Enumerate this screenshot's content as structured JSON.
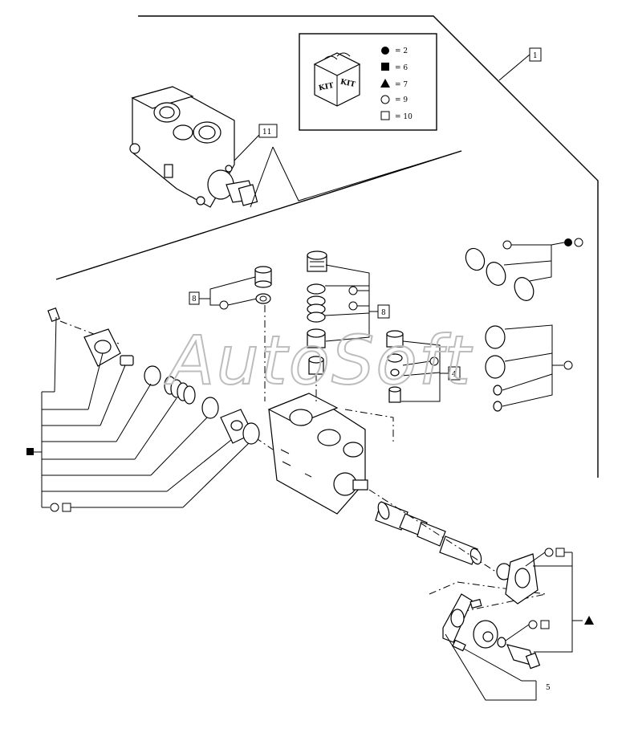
{
  "watermark": "AutoSoft",
  "legend": {
    "kit_label_1": "KIT",
    "kit_label_2": "KIT",
    "entries": [
      {
        "symbol": "filled-circle",
        "text": "= 2"
      },
      {
        "symbol": "filled-square",
        "text": "= 6"
      },
      {
        "symbol": "filled-triangle",
        "text": "= 7"
      },
      {
        "symbol": "open-circle",
        "text": "= 9"
      },
      {
        "symbol": "open-square",
        "text": "= 10"
      }
    ]
  },
  "callouts": {
    "ref_1": "1",
    "ref_11": "11",
    "ref_8a": "8",
    "ref_8b": "8",
    "ref_4": "4",
    "ref_5": "5"
  },
  "colors": {
    "ink": "#000000",
    "watermark": "#bdbdbd"
  }
}
